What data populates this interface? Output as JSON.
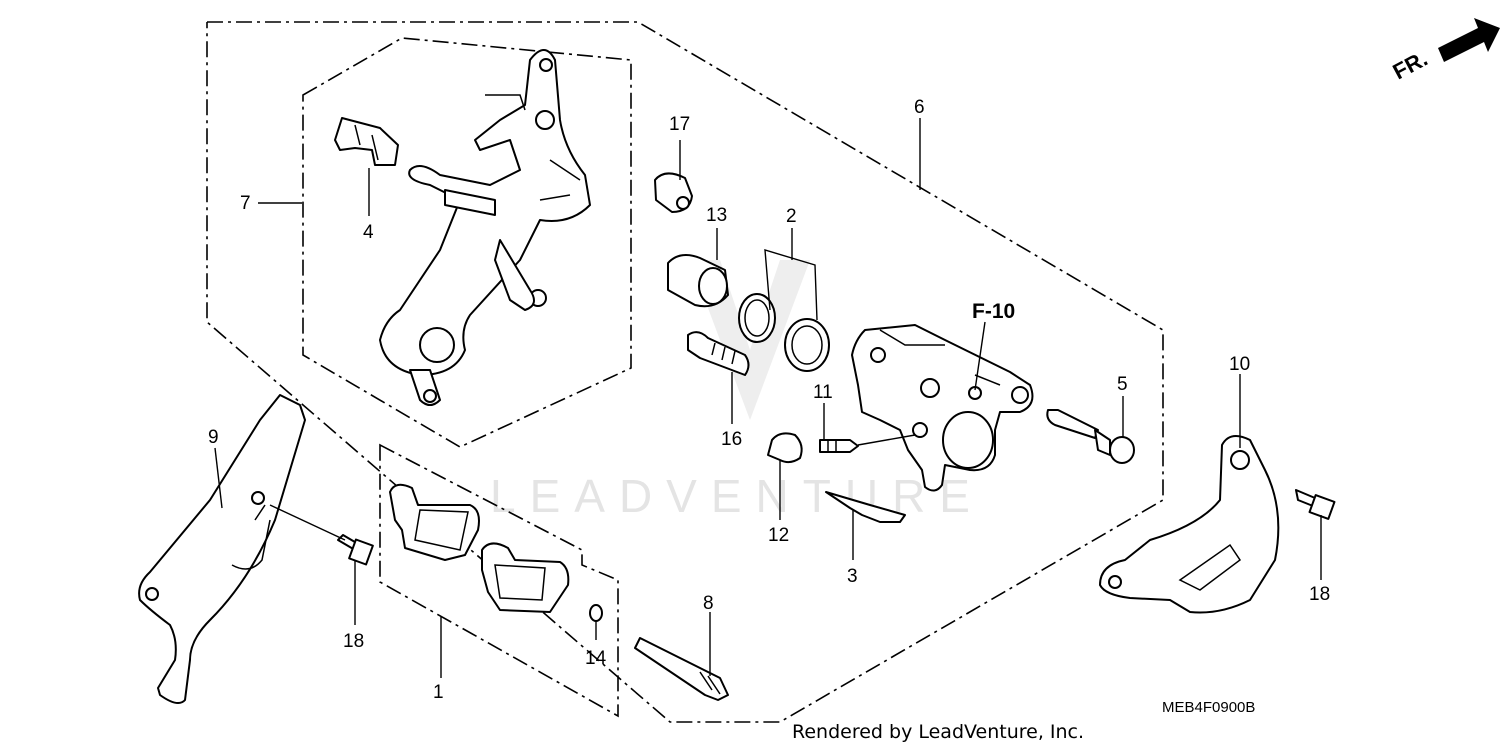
{
  "diagram": {
    "direction_indicator": "FR.",
    "reference": "F-10",
    "diagram_code": "MEB4F0900B",
    "watermark": "LEADVENTURE",
    "footer": "Rendered by LeadVenture, Inc.",
    "callouts": [
      {
        "id": "1",
        "label": "1"
      },
      {
        "id": "2",
        "label": "2"
      },
      {
        "id": "3",
        "label": "3"
      },
      {
        "id": "4",
        "label": "4"
      },
      {
        "id": "5",
        "label": "5"
      },
      {
        "id": "6",
        "label": "6"
      },
      {
        "id": "7",
        "label": "7"
      },
      {
        "id": "8",
        "label": "8"
      },
      {
        "id": "9",
        "label": "9"
      },
      {
        "id": "10",
        "label": "10"
      },
      {
        "id": "11",
        "label": "11"
      },
      {
        "id": "12",
        "label": "12"
      },
      {
        "id": "13",
        "label": "13"
      },
      {
        "id": "14",
        "label": "14"
      },
      {
        "id": "16",
        "label": "16"
      },
      {
        "id": "17",
        "label": "17"
      },
      {
        "id": "18a",
        "label": "18"
      },
      {
        "id": "18b",
        "label": "18"
      }
    ],
    "colors": {
      "line": "#000000",
      "background": "#ffffff",
      "watermark": "#cfcfcf"
    }
  }
}
